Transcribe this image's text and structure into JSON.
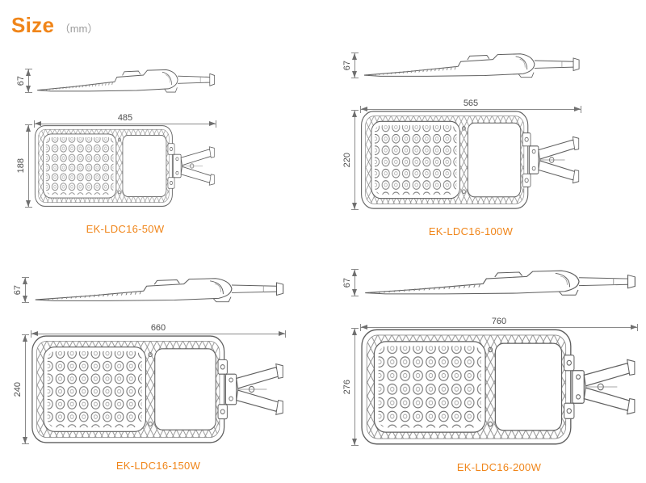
{
  "header": {
    "title": "Size",
    "unit": "（mm）"
  },
  "products": [
    {
      "model": "EK-LDC16-50W",
      "profile_height": "67",
      "overall_length": "485",
      "overall_width": "188"
    },
    {
      "model": "EK-LDC16-100W",
      "profile_height": "67",
      "overall_length": "565",
      "overall_width": "220"
    },
    {
      "model": "EK-LDC16-150W",
      "profile_height": "67",
      "overall_length": "660",
      "overall_width": "240"
    },
    {
      "model": "EK-LDC16-200W",
      "profile_height": "67",
      "overall_length": "760",
      "overall_width": "276"
    }
  ],
  "colors": {
    "accent": "#f08519",
    "drawing_line": "#5f5f5f",
    "dimension_line": "#8a8a8a",
    "dimension_text": "#4d4d4d"
  }
}
